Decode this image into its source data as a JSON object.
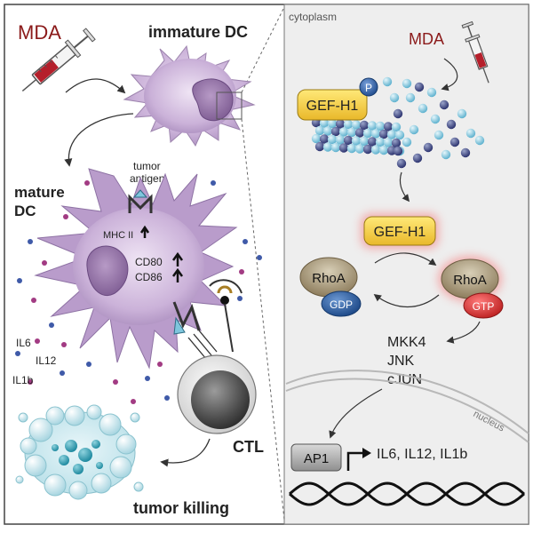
{
  "left": {
    "mda": "MDA",
    "immature_dc": "immature DC",
    "mature_dc_line1": "mature",
    "mature_dc_line2": "DC",
    "tumor_antigen_line1": "tumor",
    "tumor_antigen_line2": "antigen",
    "mhc": "MHC II",
    "cd80": "CD80",
    "cd86": "CD86",
    "il6": "IL6",
    "il12": "IL12",
    "il1b": "IL1b",
    "ctl": "CTL",
    "tumor_killing": "tumor killing"
  },
  "right": {
    "cytoplasm": "cytoplasm",
    "mda": "MDA",
    "gef_h1_top": "GEF-H1",
    "phospho": "P",
    "gef_h1_mid": "GEF-H1",
    "rhoa_left": "RhoA",
    "gdp": "GDP",
    "rhoa_right": "RhoA",
    "gtp": "GTP",
    "mkk4": "MKK4",
    "jnk": "JNK",
    "cjun": "cJUN",
    "nucleus": "nucleus",
    "ap1": "AP1",
    "cytokines": "IL6, IL12, IL1b"
  },
  "colors": {
    "mda_red": "#8b1a1a",
    "dc_purple": "#c8aed6",
    "gef_yellow": "#f4d24a",
    "rhoa_tan": "#a89776",
    "gdp_blue": "#2f5e9e",
    "gtp_red": "#d63a3a"
  }
}
